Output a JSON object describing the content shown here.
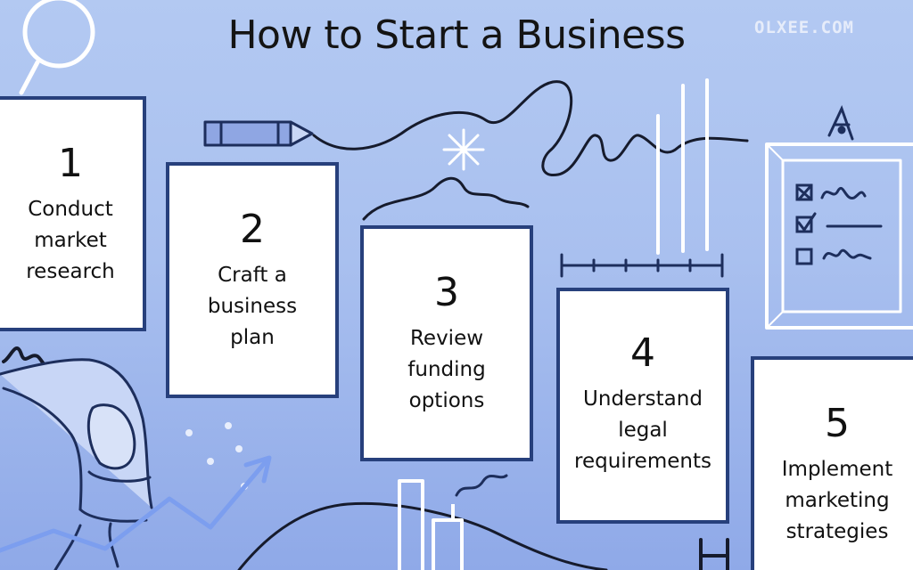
{
  "title": "How to Start a Business",
  "watermark": "OLXEE.COM",
  "steps": [
    {
      "number": "1",
      "lines": [
        "Conduct",
        "market",
        "research"
      ]
    },
    {
      "number": "2",
      "lines": [
        "Craft a",
        "business",
        "plan"
      ]
    },
    {
      "number": "3",
      "lines": [
        "Review",
        "funding",
        "options"
      ]
    },
    {
      "number": "4",
      "lines": [
        "Understand",
        "legal",
        "requirements"
      ]
    },
    {
      "number": "5",
      "lines": [
        "Implement",
        "marketing",
        "strategies"
      ]
    }
  ],
  "colors": {
    "background": "#afc6f1",
    "card_border": "#27407c",
    "ink": "#141414",
    "sketch": "#ffffff"
  },
  "icons": [
    "magnifier-icon",
    "pencil-icon",
    "sparkle-icon",
    "ruler-icon",
    "checklist-icon",
    "growth-arrow-icon",
    "buildings-icon",
    "person-illustration"
  ]
}
